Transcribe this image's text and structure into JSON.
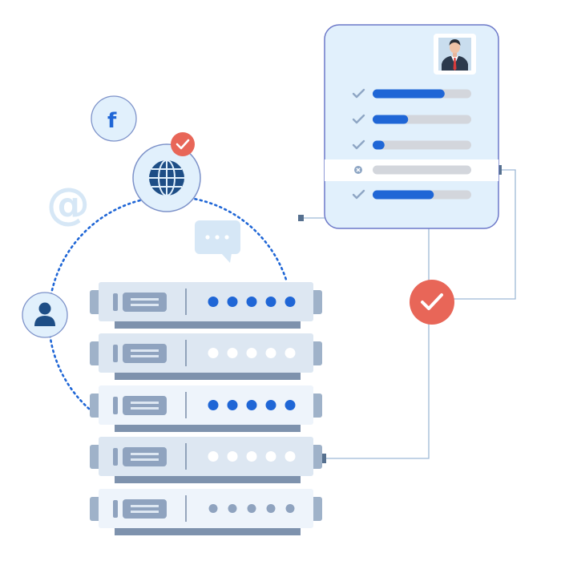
{
  "illustration": {
    "social_icons": [
      {
        "name": "facebook",
        "label": "f",
        "icon": "facebook-icon"
      },
      {
        "name": "email",
        "label": "@",
        "icon": "at-icon"
      }
    ],
    "profile_card": {
      "avatar_icon": "businessman-avatar-icon",
      "items": [
        {
          "status": "checked",
          "progress": 0.73
        },
        {
          "status": "checked",
          "progress": 0.36
        },
        {
          "status": "checked",
          "progress": 0.12
        },
        {
          "status": "rejected",
          "progress": 0.0
        },
        {
          "status": "checked",
          "progress": 0.62
        }
      ]
    },
    "server_rack": {
      "units": [
        {
          "leds": "active"
        },
        {
          "leds": "idle"
        },
        {
          "leds": "active"
        },
        {
          "leds": "idle"
        },
        {
          "leds": "idle-grey"
        }
      ]
    },
    "verified_badge_icon": "checkmark-icon",
    "chat_bubble_icon": "chat-ellipsis-icon",
    "globe_icon": "globe-icon",
    "user_icon": "user-icon",
    "colors": {
      "accent_blue": "#1f66d6",
      "light_blue": "#e1f0fc",
      "card_border": "#6c78c8",
      "check_red": "#e86658",
      "rack_face": "#dde7f2",
      "rack_dark": "#7e92ad",
      "line": "#9eb9d6"
    }
  }
}
